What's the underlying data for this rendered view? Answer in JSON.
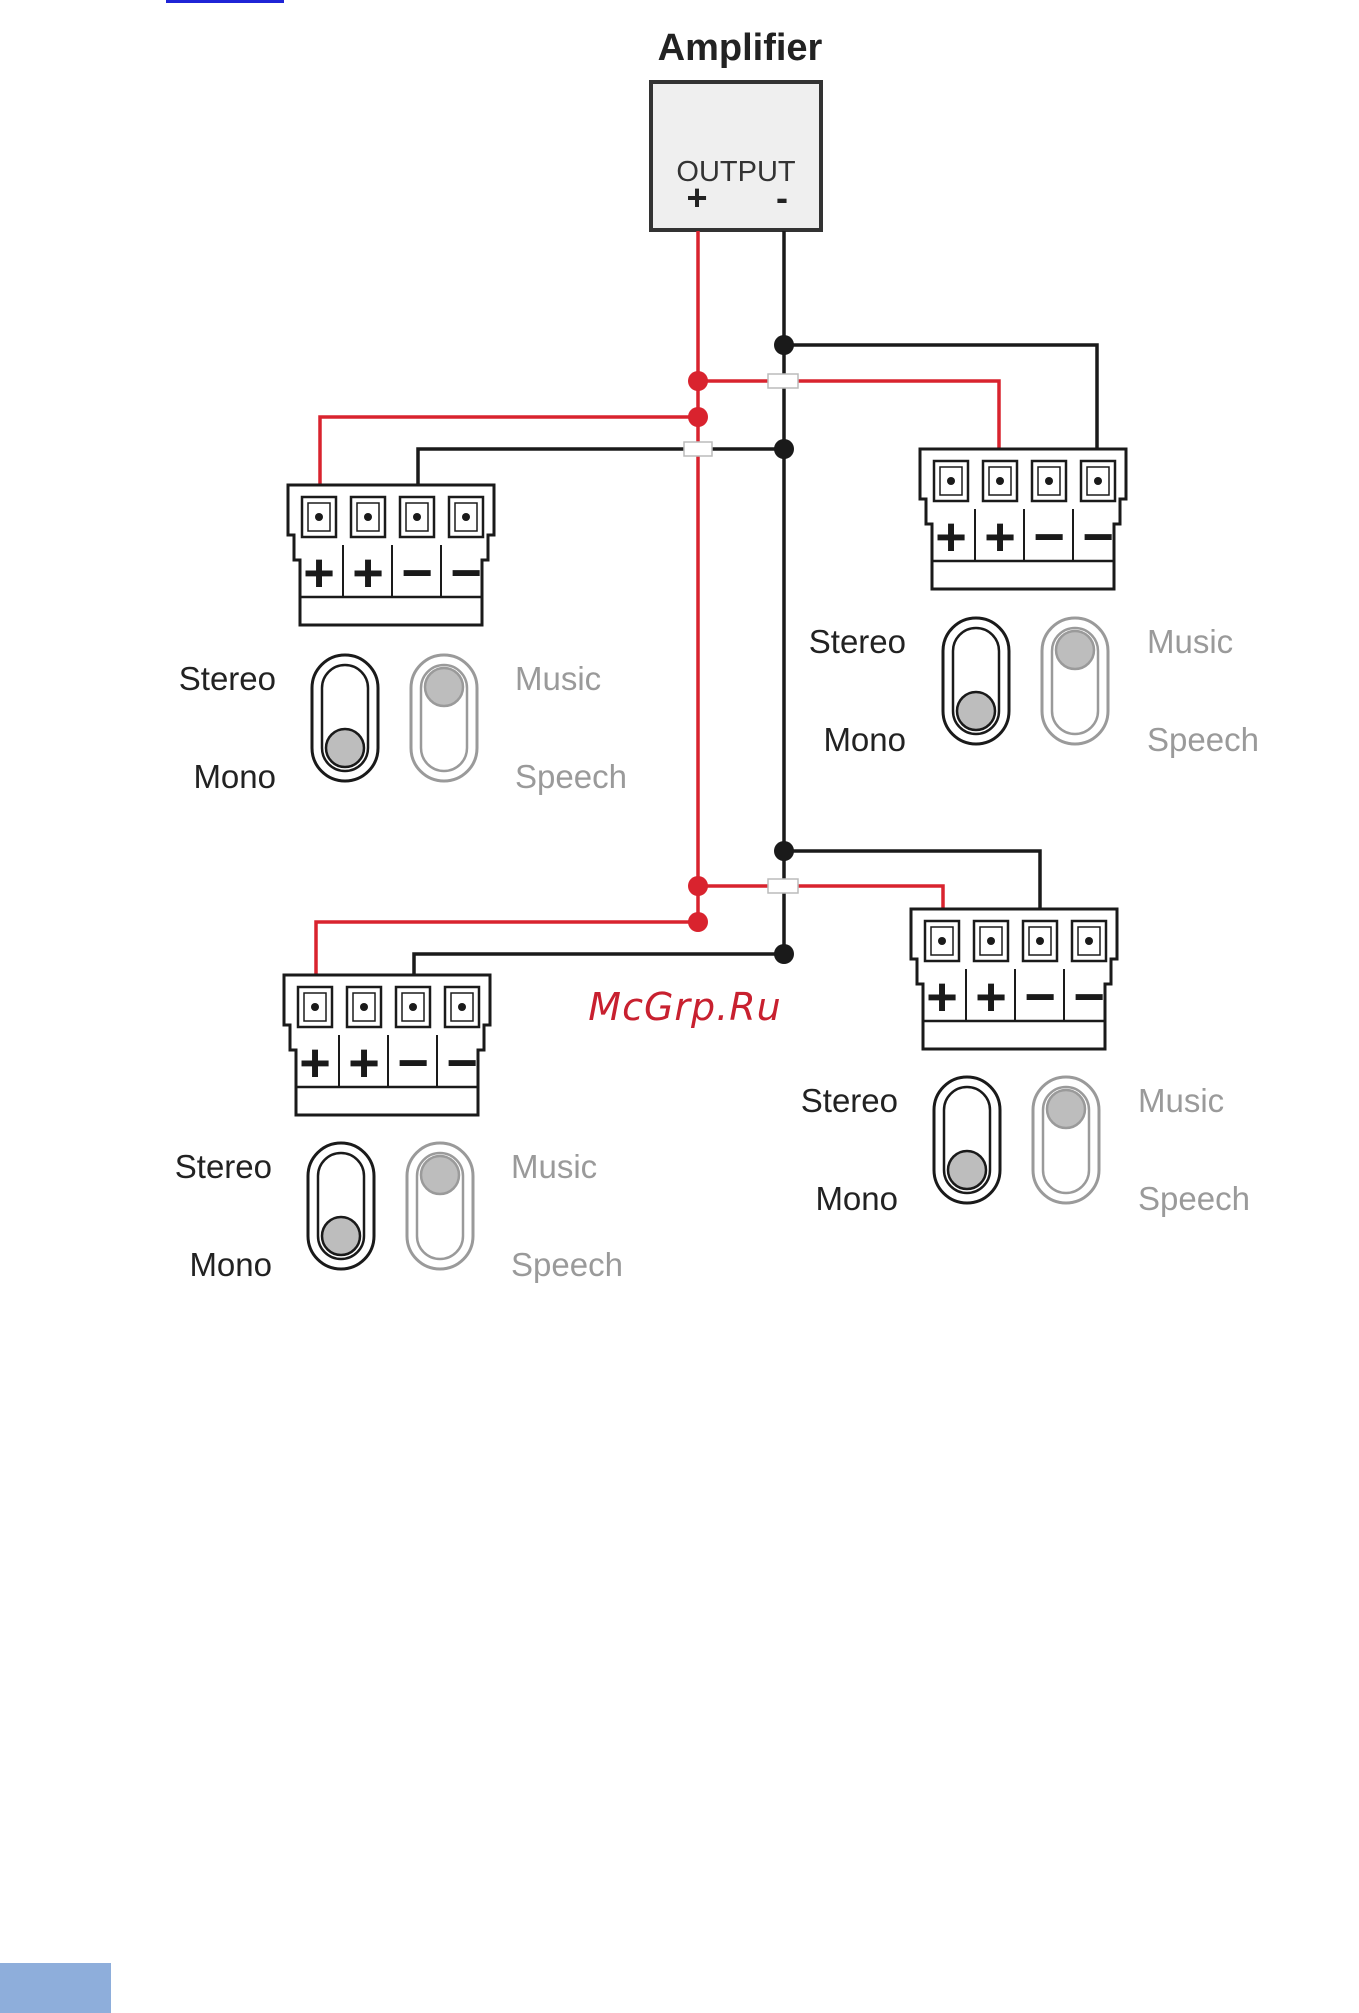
{
  "amplifier": {
    "title": "Amplifier",
    "output_label": "OUTPUT",
    "plus_label": "+",
    "minus_label": "-"
  },
  "speakers": [
    {
      "terminal_labels": [
        "+",
        "+",
        "−",
        "−"
      ],
      "left_labels": [
        "Stereo",
        "Mono"
      ],
      "right_labels": [
        "Music",
        "Speech"
      ]
    },
    {
      "terminal_labels": [
        "+",
        "+",
        "−",
        "−"
      ],
      "left_labels": [
        "Stereo",
        "Mono"
      ],
      "right_labels": [
        "Music",
        "Speech"
      ]
    },
    {
      "terminal_labels": [
        "+",
        "+",
        "−",
        "−"
      ],
      "left_labels": [
        "Stereo",
        "Mono"
      ],
      "right_labels": [
        "Music",
        "Speech"
      ]
    },
    {
      "terminal_labels": [
        "+",
        "+",
        "−",
        "−"
      ],
      "left_labels": [
        "Stereo",
        "Mono"
      ],
      "right_labels": [
        "Music",
        "Speech"
      ]
    }
  ],
  "watermark": "McGrp.Ru",
  "colors": {
    "positive_wire": "#d9232e",
    "negative_wire": "#1a1a1a",
    "amp_fill": "#efefef",
    "inactive": "#9a9a9a",
    "knob": "#bdbdbd",
    "watermark": "#c8202f",
    "link": "#1f24d6",
    "corner_box": "#8eaedb"
  }
}
